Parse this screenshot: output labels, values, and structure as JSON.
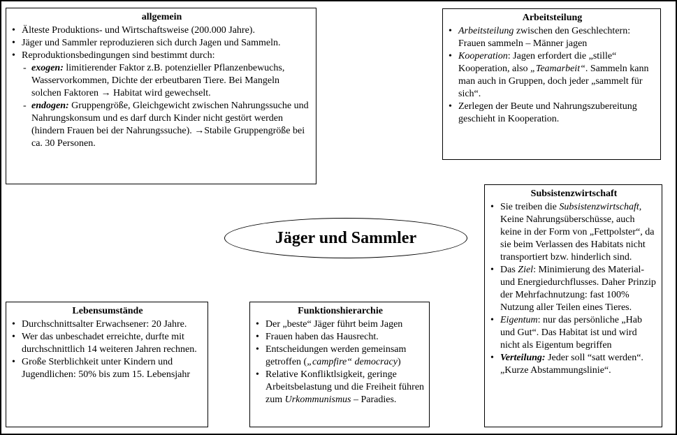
{
  "title": "Jäger und Sammler",
  "allgemein": {
    "heading": "allgemein",
    "b1": "Älteste Produktions- und Wirtschaftsweise (200.000 Jahre).",
    "b2": "Jäger und Sammler reproduzieren sich durch Jagen und Sammeln.",
    "b3": "Reproduktionsbedingungen sind bestimmt durch:",
    "exogen_term": "exogen:",
    "exogen_text": " limitierender Faktor z.B. potenzieller Pflanzenbewuchs, Wasservorkommen, Dichte der erbeutbaren Tiere. Bei Mangeln solchen Faktoren → Habitat wird gewechselt.",
    "endogen_term": "endogen:",
    "endogen_text": " Gruppengröße, Gleichgewicht zwischen Nahrungssuche und Nahrungskonsum und es darf durch Kinder nicht gestört werden (hindern Frauen bei der Nahrungssuche). →Stabile Gruppengröße bei ca. 30 Personen."
  },
  "arbeitsteilung": {
    "heading": "Arbeitsteilung",
    "b1_term": "Arbeitsteilung",
    "b1_text": " zwischen den Geschlechtern: Frauen sammeln – Männer jagen",
    "b2_term": "Kooperation",
    "b2_text_a": ": Jagen erfordert die „stille“ Kooperation, also ",
    "b2_term2": "„Teamarbeit“",
    "b2_text_b": ". Sammeln kann man auch in Gruppen, doch jeder „sammelt für sich“.",
    "b3": "Zerlegen der Beute und Nahrungszubereitung geschieht in Kooperation."
  },
  "subsistenz": {
    "heading": "Subsistenzwirtschaft",
    "b1_a": "Sie treiben die ",
    "b1_term": "Subsistenzwirtschaft",
    "b1_b": ", Keine Nahrungsüberschüsse, auch keine in der Form von „Fettpolster“, da sie beim Verlassen des Habitats nicht transportiert bzw. hinderlich sind.",
    "b2_a": "Das ",
    "b2_term": "Ziel",
    "b2_b": ": Minimierung des Material- und Energiedurchflusses. Daher Prinzip der Mehrfachnutzung: fast 100% Nutzung aller Teilen eines Tieres.",
    "b3_term": "Eigentum",
    "b3_b": ": nur das persönliche „Hab und Gut“. Das Habitat ist und wird nicht als Eigentum begriffen",
    "b4_term": "Verteilung:",
    "b4_b": " Jeder soll “satt werden“. „Kurze Abstammungslinie“."
  },
  "lebensumstaende": {
    "heading": "Lebensumstände",
    "b1": "Durchschnittsalter Erwachsener: 20 Jahre.",
    "b2": "Wer das unbeschadet erreichte, durfte mit durchschnittlich 14 weiteren Jahren rechnen.",
    "b3": "Große Sterblichkeit unter Kindern und Jugendlichen: 50% bis zum 15. Lebensjahr"
  },
  "funktionshierarchie": {
    "heading": "Funktionshierarchie",
    "b1": "Der „beste“ Jäger führt beim Jagen",
    "b2": "Frauen haben das Hausrecht.",
    "b3_a": "Entscheidungen werden gemeinsam getroffen (",
    "b3_term": "„campfire“ democracy",
    "b3_b": ")",
    "b4_a": "Relative Konfliktlsigkeit, geringe Arbeitsbelastung und die Freiheit führen zum ",
    "b4_term": "Urkommunismus",
    "b4_b": " – Paradies."
  }
}
